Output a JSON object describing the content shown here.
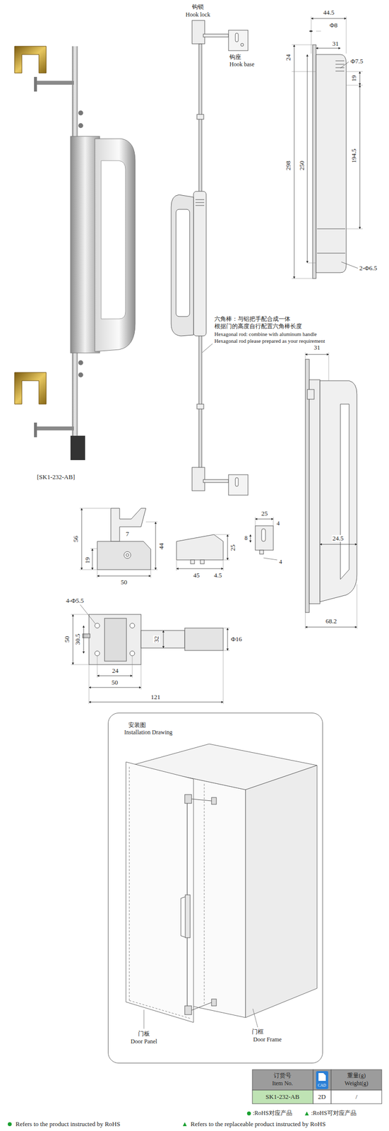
{
  "diagram": {
    "nodes": [
      {
        "text": [
          "安装图",
          "Installation Drawing"
        ]
      }
    ],
    "labels": [
      "钩锁",
      "Hook lock",
      "44.5",
      "Φ8",
      "钩座",
      "Hook base",
      "31",
      "24",
      "Φ7.5",
      "19",
      "298",
      "250",
      "194.5",
      "2-Φ6.5",
      "六角棒：与铝把手配合成一体",
      "根据门的高度自行配置六角棒长度",
      "Hexagonal rod: combine with aluminum handle",
      "Hexagonal rod please prepared as your requirement",
      "[SK1-232-AB]",
      "31",
      "24.5",
      "68.2",
      "56",
      "7",
      "19",
      "44",
      "50",
      "25",
      "45",
      "4.5",
      "25",
      "4",
      "8",
      "4",
      "4-Φ5.5",
      "50",
      "30.5",
      "32",
      "Φ16",
      "24",
      "50",
      "121",
      "门板",
      "Door Panel",
      "门框",
      "Door Frame",
      "订货号",
      "Item No.",
      "CAD",
      "重量(g)",
      "Weight(g)",
      "SK1-232-AB",
      "2D",
      "/"
    ],
    "legend": [
      {
        "text": ":RoHS对应产品"
      },
      {
        "text": ":RoHS可对应产品"
      },
      {
        "text": "Refers to the product instructed by RoHS"
      },
      {
        "text": "Refers to the replaceable product instructed by RoHS"
      }
    ]
  }
}
